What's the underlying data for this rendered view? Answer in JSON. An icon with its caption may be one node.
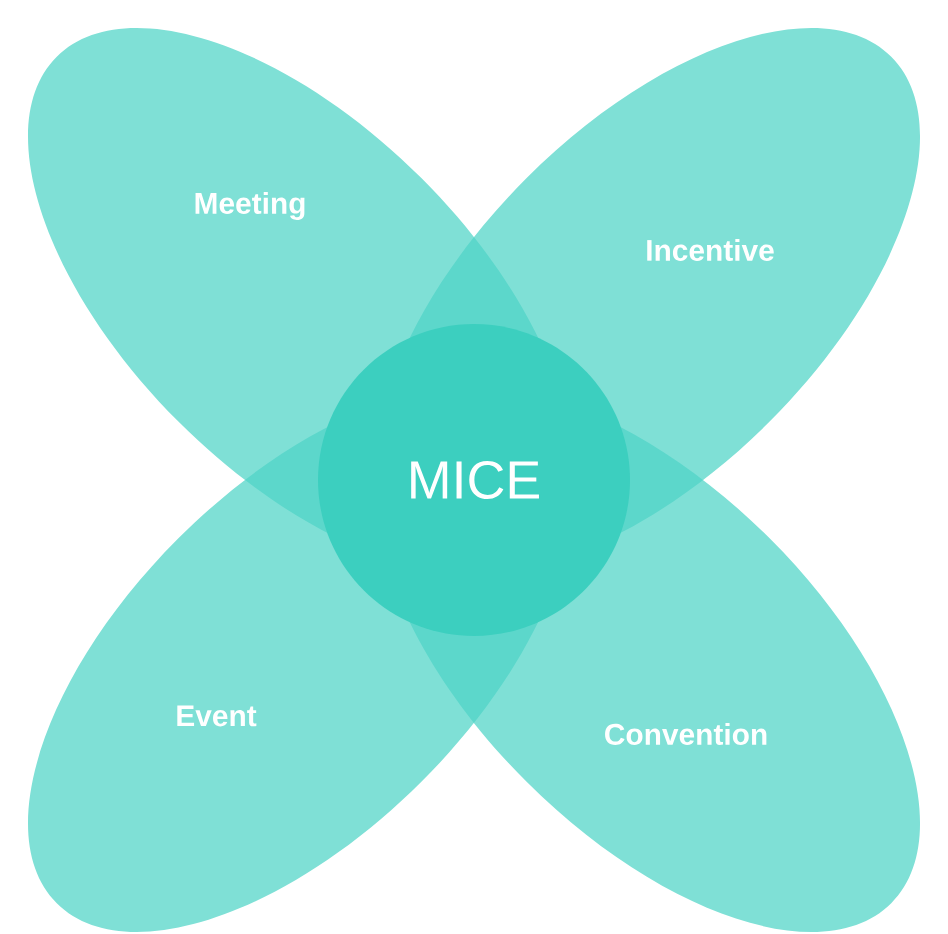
{
  "diagram": {
    "nodes": [
      {
        "text": [
          "Meeting"
        ]
      },
      {
        "text": [
          "Incentive"
        ]
      },
      {
        "text": [
          "Event"
        ]
      },
      {
        "text": [
          "Convention"
        ]
      },
      {
        "text": [
          "MICE"
        ]
      }
    ],
    "edges": []
  }
}
